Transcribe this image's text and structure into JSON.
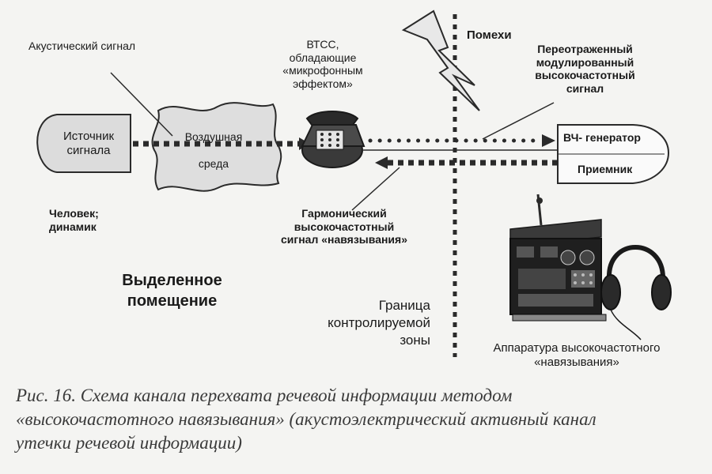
{
  "labels": {
    "acoustic_signal": "Акустический сигнал",
    "btss_line1": "ВТСС,",
    "btss_line2": "обладающие",
    "btss_line3": "«микрофонным",
    "btss_line4": "эффектом»",
    "interference": "Помехи",
    "rereflected_line1": "Переотраженный",
    "rereflected_line2": "модулированный",
    "rereflected_line3": "высокочастотный",
    "rereflected_line4": "сигнал",
    "source_line1": "Источник",
    "source_line2": "сигнала",
    "air_line1": "Воздушная",
    "air_line2": "среда",
    "generator": "ВЧ- генератор",
    "receiver": "Приемник",
    "person_line1": "Человек;",
    "person_line2": "динамик",
    "harmonic_line1": "Гармонический",
    "harmonic_line2": "высокочастотный",
    "harmonic_line3": "сигнал «навязывания»",
    "room_line1": "Выделенное",
    "room_line2": "помещение",
    "zone_line1": "Граница",
    "zone_line2": "контролируемой",
    "zone_line3": "зоны",
    "equipment_line1": "Аппаратура высокочастотного",
    "equipment_line2": "«навязывания»"
  },
  "caption": {
    "line1": "Рис. 16. Схема канала перехвата речевой информации методом",
    "line2": "«высокочастотного навязывания» (акустоэлектрический активный канал",
    "line3": "утечки речевой информации)"
  },
  "colors": {
    "line": "#2a2a2a",
    "fill_light": "#dcdcdc",
    "fill_white": "#fafafa",
    "background": "#f4f4f2"
  }
}
